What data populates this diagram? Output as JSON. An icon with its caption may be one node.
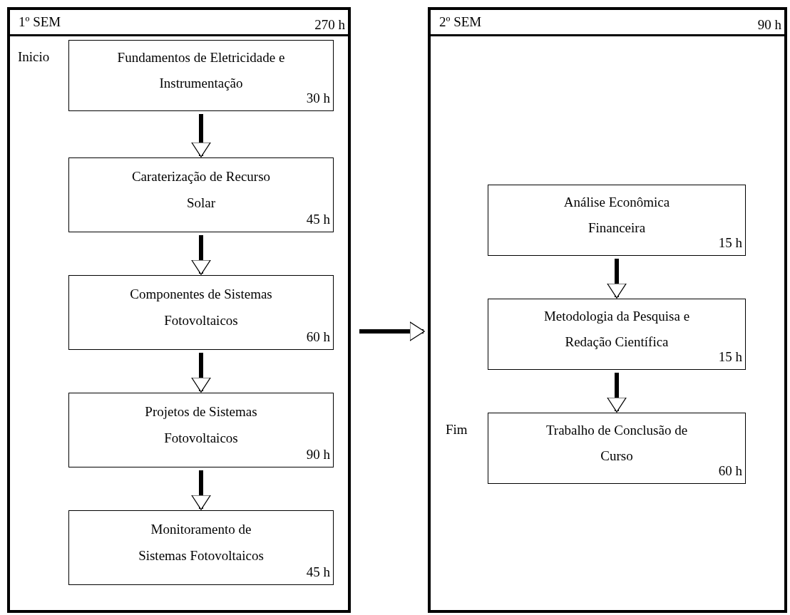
{
  "diagram": {
    "nodes": [
      {
        "text": [
          "1º SEM",
          "270 h"
        ]
      },
      {
        "text": [
          "Fundamentos de Eletricidade e Instrumentação",
          "30 h"
        ],
        "in": 0,
        "beside": [
          "Inicio"
        ]
      },
      {
        "text": [
          "Caraterização de Recurso Solar",
          "45 h"
        ],
        "in": 0
      },
      {
        "text": [
          "Componentes de Sistemas Fotovoltaicos",
          "60 h"
        ],
        "in": 0
      },
      {
        "text": [
          "Projetos de Sistemas Fotovoltaicos",
          "90 h"
        ],
        "in": 0
      },
      {
        "text": [
          "Monitoramento de Sistemas Fotovoltaicos",
          "45 h"
        ],
        "in": 0
      },
      {
        "text": [
          "2º SEM",
          "90 h"
        ]
      },
      {
        "text": [
          "Análise Econômica Financeira",
          "15 h"
        ],
        "in": 6
      },
      {
        "text": [
          "Metodologia da Pesquisa e Redação Científica",
          "15 h"
        ],
        "in": 6
      },
      {
        "text": [
          "Trabalho de Conclusão de Curso",
          "60 h"
        ],
        "in": 6,
        "beside": [
          "Fim"
        ]
      }
    ],
    "edges": [
      {
        "from": 1,
        "to": 2,
        "arrow": "to"
      },
      {
        "from": 2,
        "to": 3,
        "arrow": "to"
      },
      {
        "from": 3,
        "to": 4,
        "arrow": "to"
      },
      {
        "from": 4,
        "to": 5,
        "arrow": "to"
      },
      {
        "from": 0,
        "to": 6,
        "arrow": "to"
      },
      {
        "from": 7,
        "to": 8,
        "arrow": "to"
      },
      {
        "from": 8,
        "to": 9,
        "arrow": "to"
      }
    ]
  }
}
